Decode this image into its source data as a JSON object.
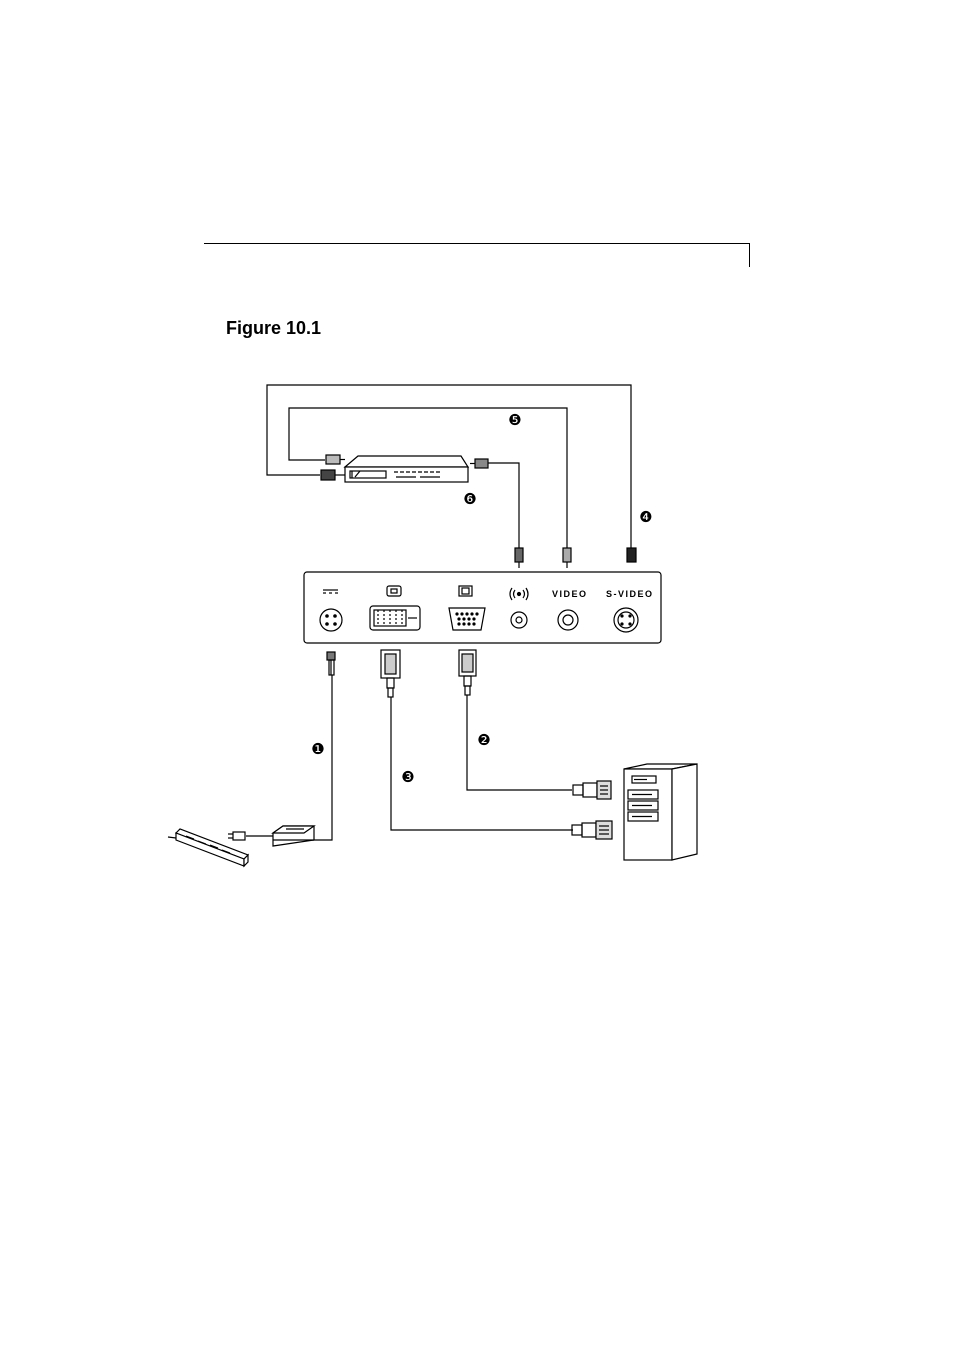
{
  "figure": {
    "title": "Figure 10.1"
  },
  "ports": {
    "video_label": "VIDEO",
    "svideo_label": "S-VIDEO",
    "dc_in_icon": "dc-power-icon",
    "dvi_icon": "dvi-icon",
    "vga_icon": "vga-icon",
    "audio_icon": "audio-in-icon"
  },
  "callouts": {
    "c1": "❶",
    "c2": "❷",
    "c3": "❸",
    "c4": "❹",
    "c5": "❺",
    "c6": "❻"
  }
}
